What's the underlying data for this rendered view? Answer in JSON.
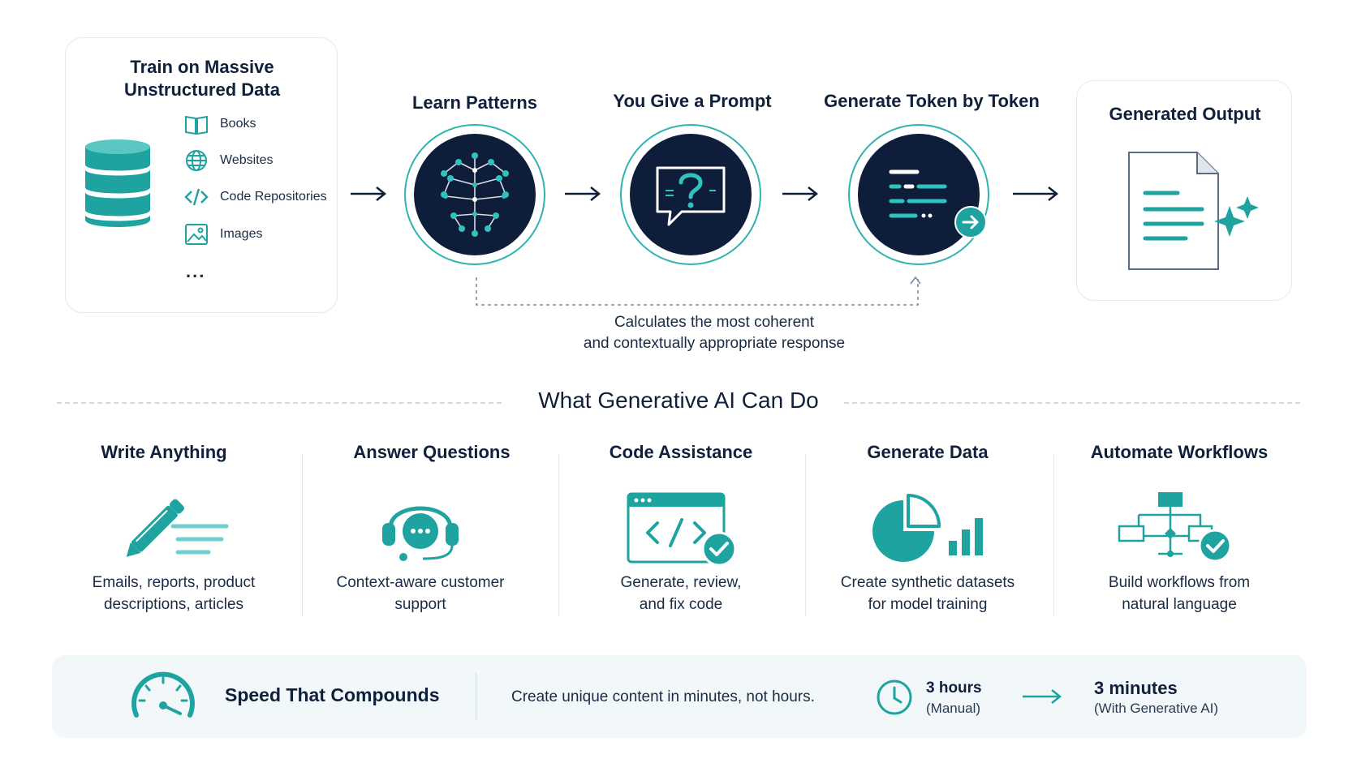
{
  "flow": {
    "train": {
      "title_line1": "Train on Massive",
      "title_line2": "Unstructured Data",
      "sources": [
        "Books",
        "Websites",
        "Code Repositories",
        "Images"
      ],
      "more": "..."
    },
    "stages": [
      {
        "title": "Learn Patterns",
        "icon": "neural-network-icon"
      },
      {
        "title": "You Give a Prompt",
        "icon": "question-bubble-icon"
      },
      {
        "title": "Generate Token by Token",
        "icon": "token-lines-icon"
      }
    ],
    "output": {
      "title": "Generated Output",
      "icon": "document-sparkle-icon"
    },
    "feedback_line1": "Calculates the most coherent",
    "feedback_line2": "and contextually appropriate response"
  },
  "capabilities_section": {
    "title": "What Generative AI Can Do",
    "items": [
      {
        "title": "Write Anything",
        "desc_line1": "Emails, reports, product",
        "desc_line2": "descriptions, articles",
        "icon": "pencil-icon"
      },
      {
        "title": "Answer Questions",
        "desc_line1": "Context-aware customer",
        "desc_line2": "support",
        "icon": "headset-chat-icon"
      },
      {
        "title": "Code Assistance",
        "desc_line1": "Generate, review,",
        "desc_line2": "and fix code",
        "icon": "code-window-check-icon"
      },
      {
        "title": "Generate Data",
        "desc_line1": "Create synthetic datasets",
        "desc_line2": "for model training",
        "icon": "pie-bar-chart-icon"
      },
      {
        "title": "Automate Workflows",
        "desc_line1": "Build workflows from",
        "desc_line2": "natural language",
        "icon": "workflow-check-icon"
      }
    ]
  },
  "banner": {
    "title": "Speed That Compounds",
    "text": "Create unique content in minutes, not hours.",
    "manual_value": "3 hours",
    "manual_note": "(Manual)",
    "ai_value": "3 minutes",
    "ai_note": "(With Generative AI)"
  },
  "colors": {
    "teal": "#1fa3a0",
    "navy": "#0e1e3a",
    "text": "#10203a",
    "border": "#e3e8ee",
    "banner_bg": "#f2f8f9"
  }
}
